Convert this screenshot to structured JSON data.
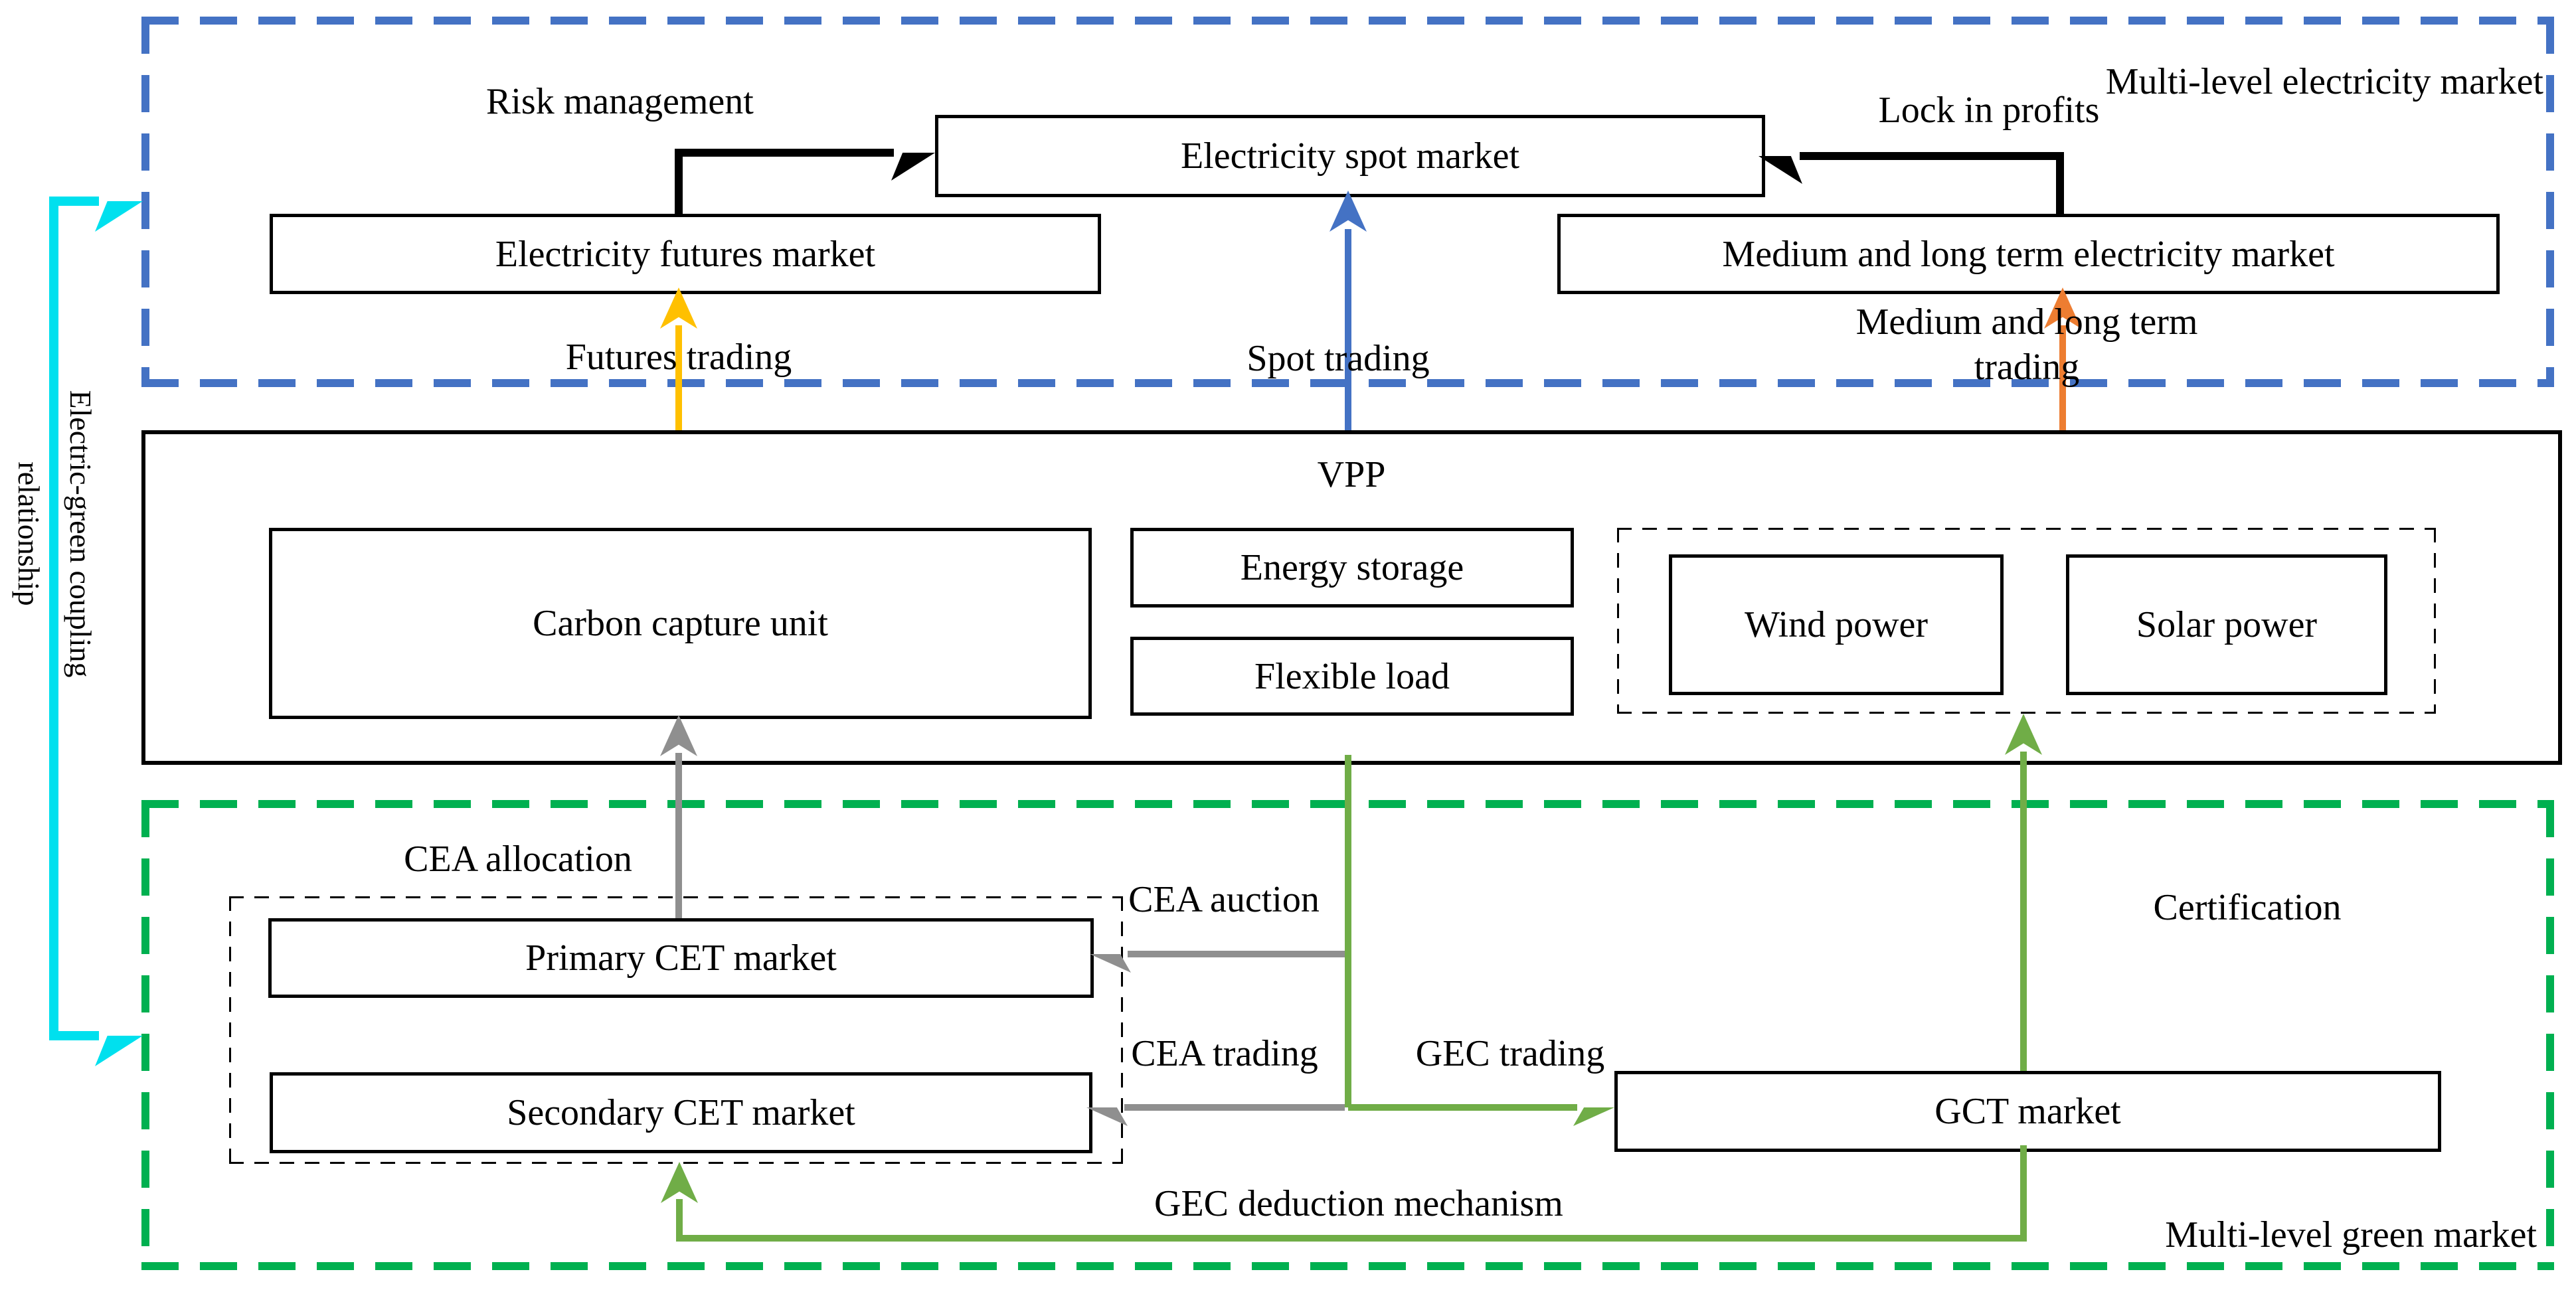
{
  "colors": {
    "blue": "#4472C4",
    "green_border": "#00B050",
    "green_arrow": "#70AD47",
    "gray_arrow": "#8F8F8F",
    "gold": "#FFC000",
    "orange": "#ED7D31",
    "cyan": "#00E0EE"
  },
  "electricity_market": {
    "title": "Multi-level electricity market",
    "risk_label": "Risk management",
    "lock_label": "Lock in profits",
    "futures_box": "Electricity futures market",
    "spot_box": "Electricity spot market",
    "medium_long_box": "Medium and long term electricity market"
  },
  "vpp": {
    "title": "VPP",
    "carbon_box": "Carbon capture unit",
    "energy_box": "Energy storage",
    "flexible_box": "Flexible load",
    "wind_box": "Wind power",
    "solar_box": "Solar power"
  },
  "green_market": {
    "title": "Multi-level green market",
    "primary_box": "Primary CET market",
    "secondary_box": "Secondary CET market",
    "gct_box": "GCT market",
    "certification_label": "Certification"
  },
  "flows": {
    "futures_trading": "Futures trading",
    "spot_trading": "Spot trading",
    "medium_long_trading_line1": "Medium and long term",
    "medium_long_trading_line2": "trading",
    "cea_allocation": "CEA allocation",
    "cea_auction": "CEA auction",
    "cea_trading": "CEA trading",
    "gec_trading": "GEC trading",
    "gec_deduction": "GEC deduction mechanism"
  },
  "coupling": {
    "line1": "Electric-green coupling",
    "line2": "relationship"
  }
}
